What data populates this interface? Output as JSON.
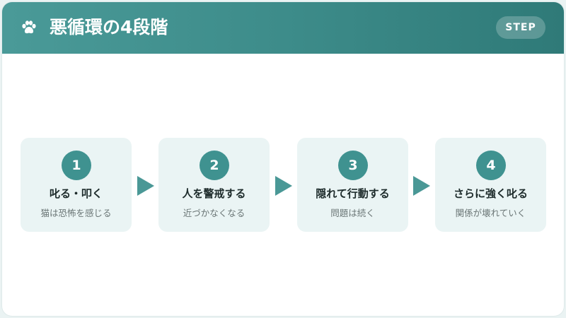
{
  "header": {
    "icon": "paw-icon",
    "title": "悪循環の4段階",
    "badge": "STEP"
  },
  "colors": {
    "header_start": "#4a9a98",
    "header_end": "#2f7a78",
    "accent": "#3f9290",
    "card_bg": "#eaf4f4"
  },
  "steps": [
    {
      "number": "1",
      "title": "叱る・叩く",
      "desc": "猫は恐怖を感じる"
    },
    {
      "number": "2",
      "title": "人を警戒する",
      "desc": "近づかなくなる"
    },
    {
      "number": "3",
      "title": "隠れて行動する",
      "desc": "問題は続く"
    },
    {
      "number": "4",
      "title": "さらに強く叱る",
      "desc": "関係が壊れていく"
    }
  ]
}
